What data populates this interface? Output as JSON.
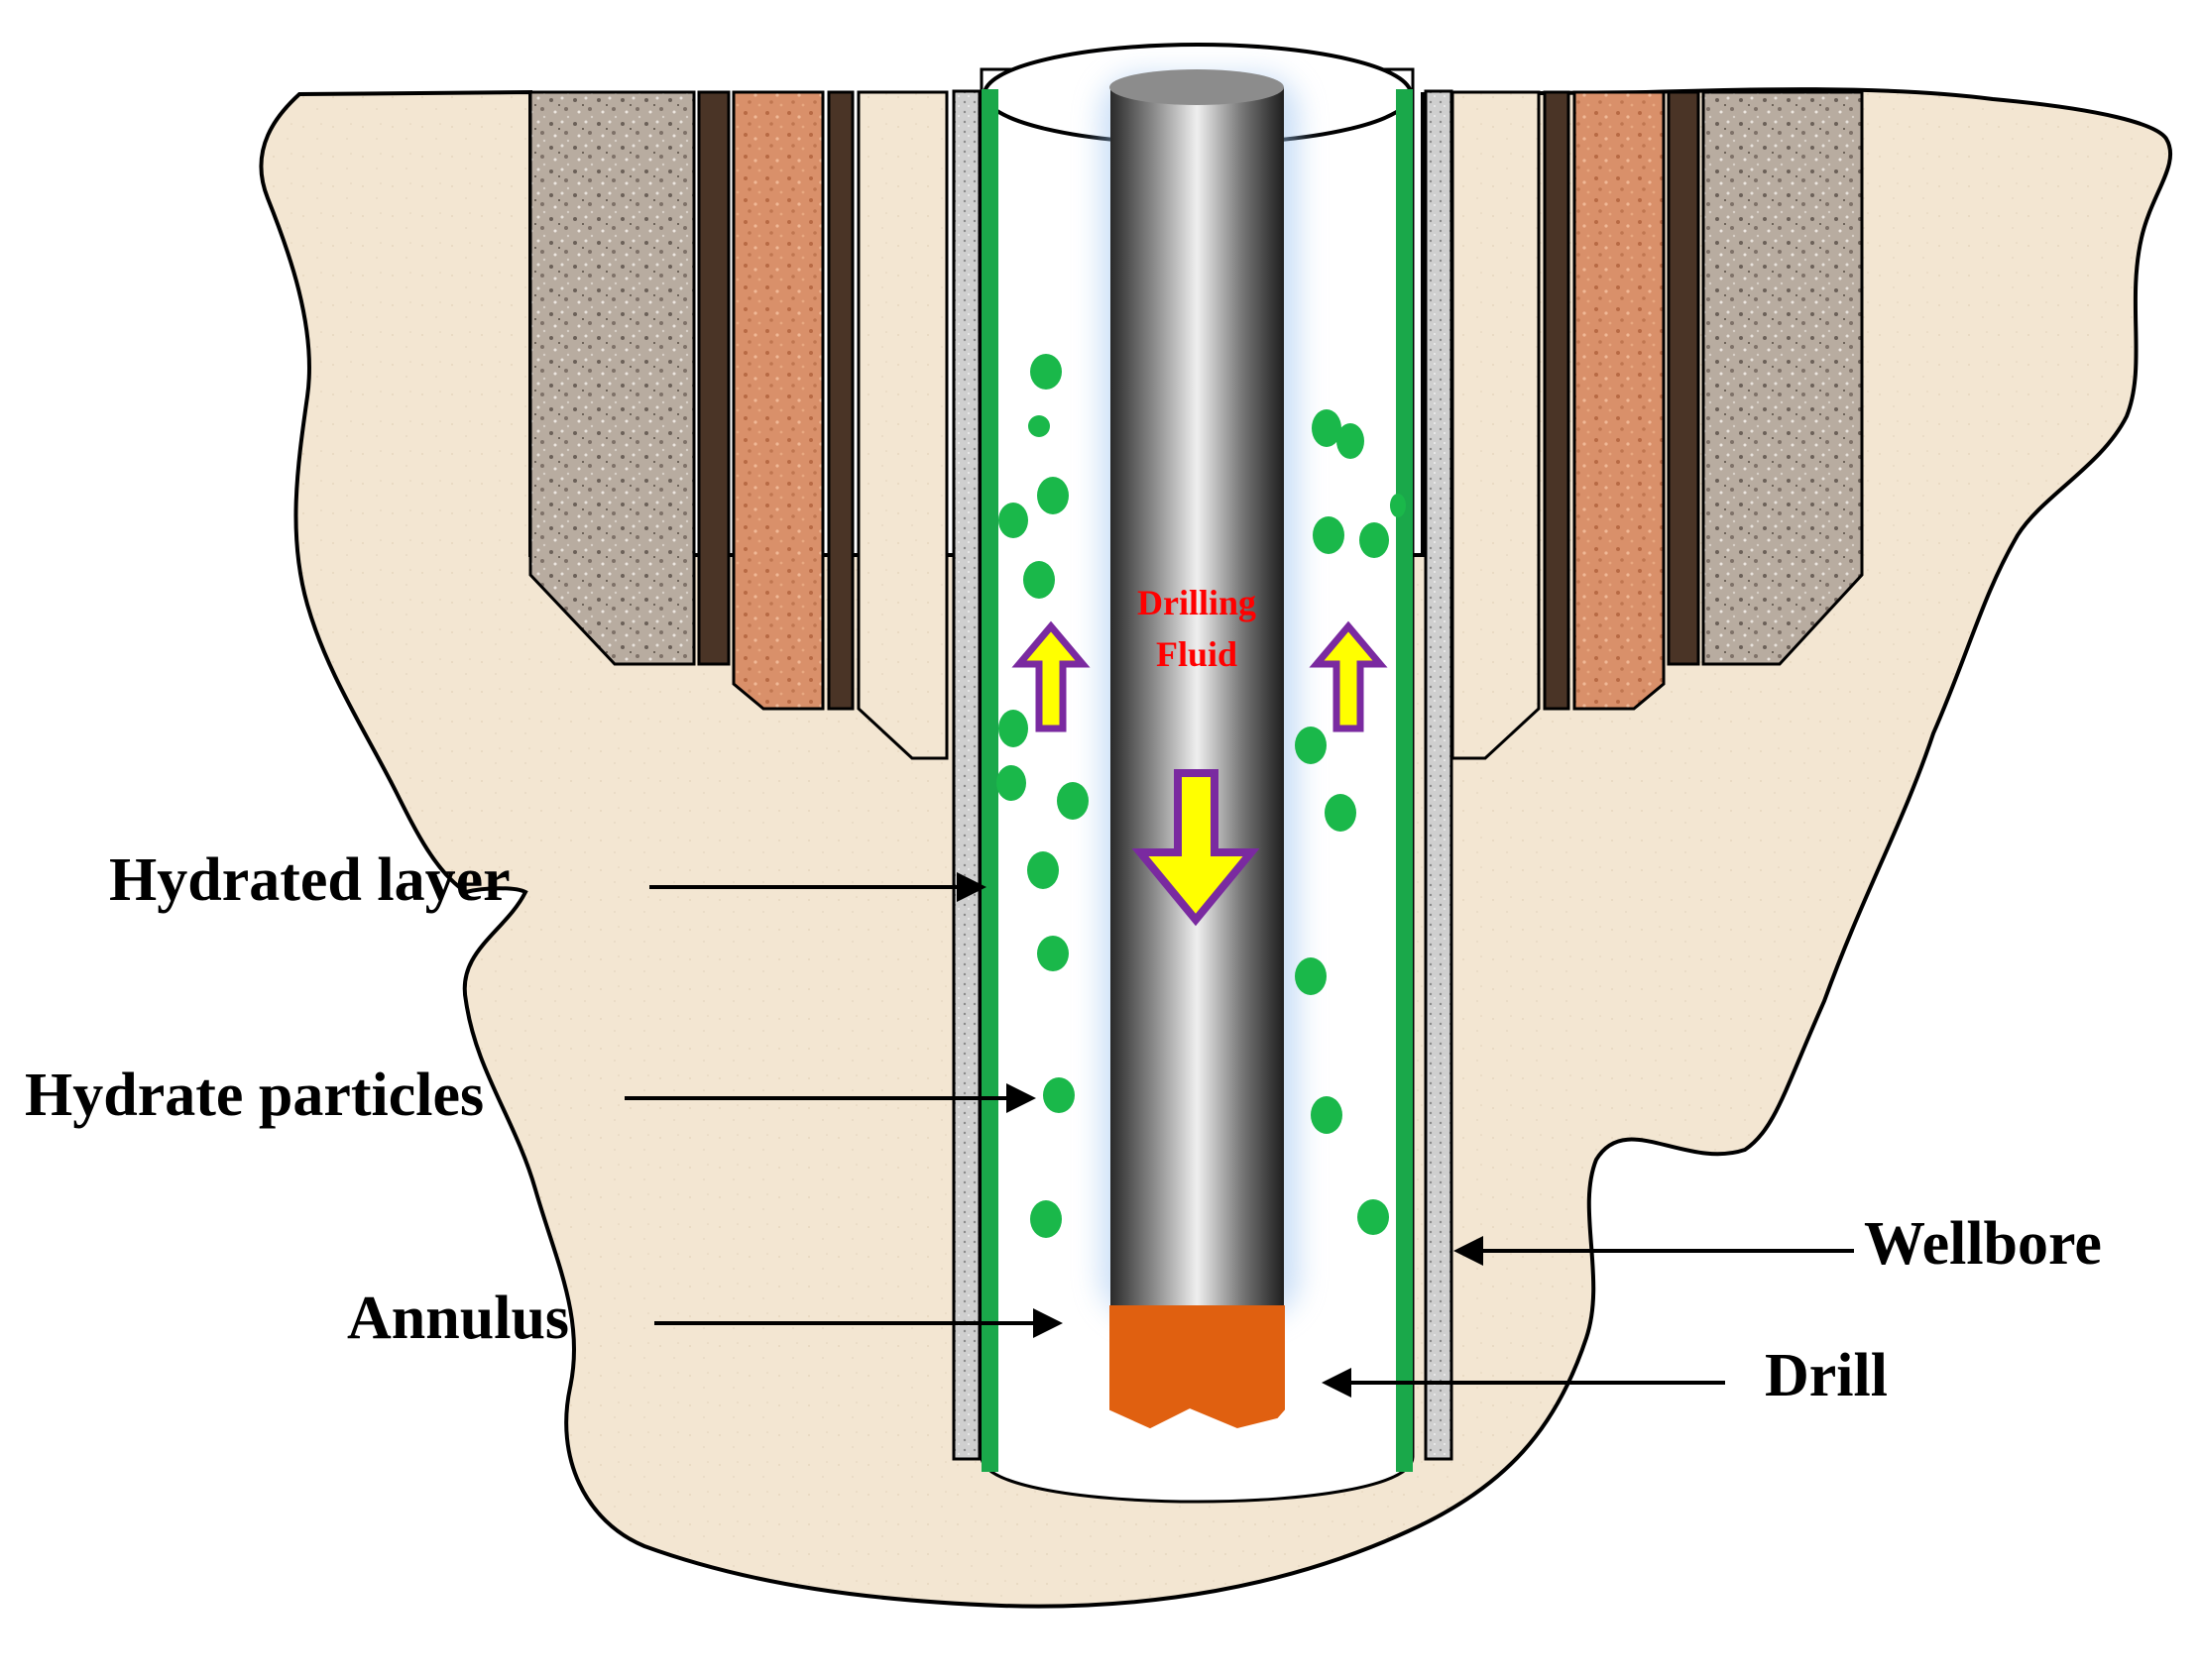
{
  "labels": {
    "hydrated_layer": "Hydrated layer",
    "hydrate_particles": "Hydrate particles",
    "annulus": "Annulus",
    "wellbore": "Wellbore",
    "drill": "Drill",
    "drilling_fluid_line1": "Drilling",
    "drilling_fluid_line2": "Fluid"
  },
  "colors": {
    "ground": "#f3e6d2",
    "rock_gray": "#b8aca0",
    "rock_orange": "#d9906a",
    "rock_dark": "#4a3426",
    "hydrate_green": "#1ab84a",
    "casing_green": "#1aa84a",
    "arrow_purple": "#7a2aa0",
    "arrow_yellow": "#ffff00",
    "drill_bit": "#e06010",
    "fluid_text": "#ff0000"
  },
  "icons": {
    "flow_up": "up-arrow-icon",
    "flow_down": "down-arrow-icon"
  }
}
